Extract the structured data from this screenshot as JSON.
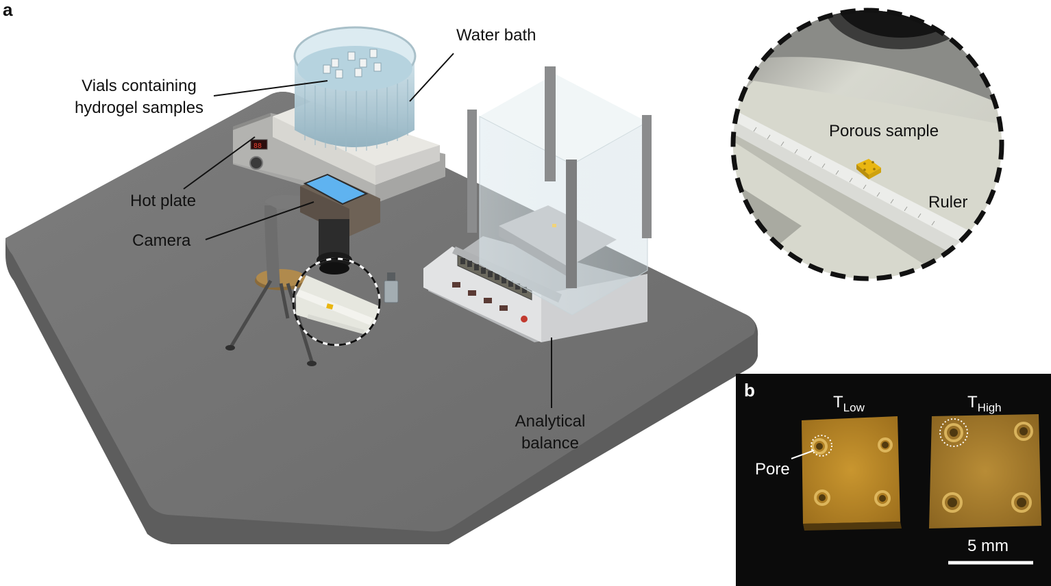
{
  "panel_a": {
    "letter": "a",
    "labels": {
      "water_bath": "Water bath",
      "vials_line1": "Vials containing",
      "vials_line2": "hydrogel samples",
      "hot_plate": "Hot plate",
      "camera": "Camera",
      "analytical_line1": "Analytical",
      "analytical_line2": "balance",
      "porous_sample": "Porous sample",
      "ruler": "Ruler"
    }
  },
  "panel_b": {
    "letter": "b",
    "t_low_main": "T",
    "t_low_sub": "Low",
    "t_high_main": "T",
    "t_high_sub": "High",
    "pore": "Pore",
    "scale_bar": "5 mm"
  },
  "colors": {
    "table_top": "#737373",
    "table_edge": "#5f5f5f",
    "hot_plate": "#e8e6e1",
    "water": "#a9c6d2",
    "sample": "#e9b611",
    "photo_bg": "#0b0b0b",
    "gel": "#c8952c",
    "balance_body": "#dcdcdc",
    "camera_screen": "#5fb3f0"
  }
}
